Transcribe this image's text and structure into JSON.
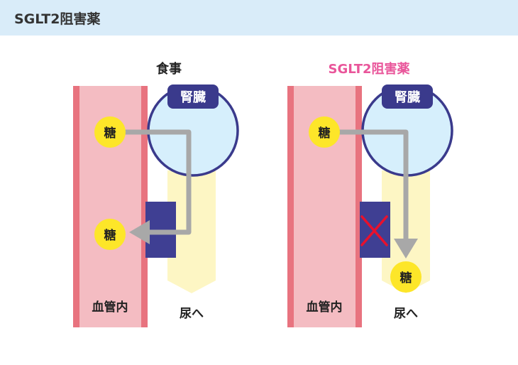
{
  "header": {
    "title": "SGLT2阻害薬"
  },
  "panels": [
    {
      "title": "食事",
      "kidney_label": "腎臓",
      "sugar_label": "糖",
      "reabsorbed_sugar_label": "糖",
      "vessel_label": "血管内",
      "urine_label": "尿へ"
    },
    {
      "title": "SGLT2阻害薬",
      "kidney_label": "腎臓",
      "sugar_label": "糖",
      "excreted_sugar_label": "糖",
      "vessel_label": "血管内",
      "urine_label": "尿へ"
    }
  ],
  "colors": {
    "header_bg": "#d9ecf9",
    "vessel_fill": "#f4bcc2",
    "vessel_wall": "#e8737f",
    "kidney_fill": "#d6effc",
    "kidney_stroke": "#3a3a8c",
    "label_box": "#3a3a8c",
    "urine_channel": "#fdf6c4",
    "sugar": "#fde629",
    "transporter": "#3f3f93",
    "arrow": "#a8a8a8",
    "block_mark": "#e8112d",
    "panel2_title": "#e9559a"
  },
  "icons": {
    "block_mark": "cross-mark-icon"
  }
}
